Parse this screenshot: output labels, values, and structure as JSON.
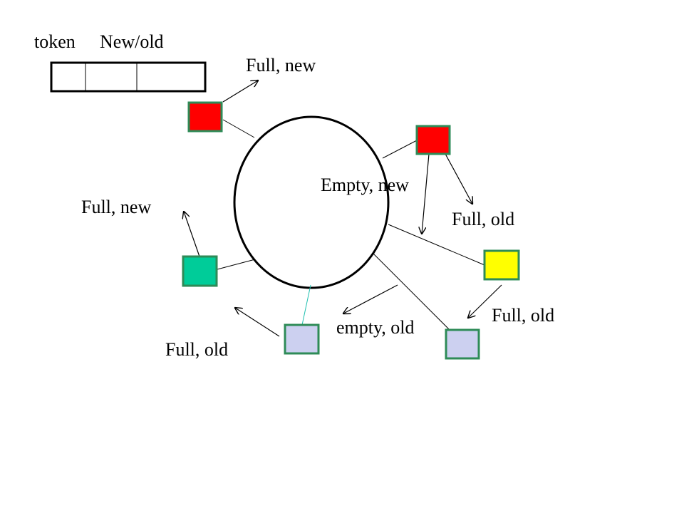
{
  "token_header": {
    "token_label": "token",
    "state_label": "New/old"
  },
  "labels": {
    "top_node": "Full, new",
    "center": "Empty, new",
    "left_node": "Full, new",
    "right_red_node": "Full, old",
    "yellow_node": "Full, old",
    "bottom_center": "empty, old",
    "bottom_left_node": "Full, old"
  },
  "colors": {
    "red_node": "#ff0000",
    "yellow_node": "#ffff00",
    "green_node": "#00cc99",
    "lavender_node": "#ccd0f0",
    "node_border": "#2e8b57",
    "teal_link": "#20c0b0"
  }
}
